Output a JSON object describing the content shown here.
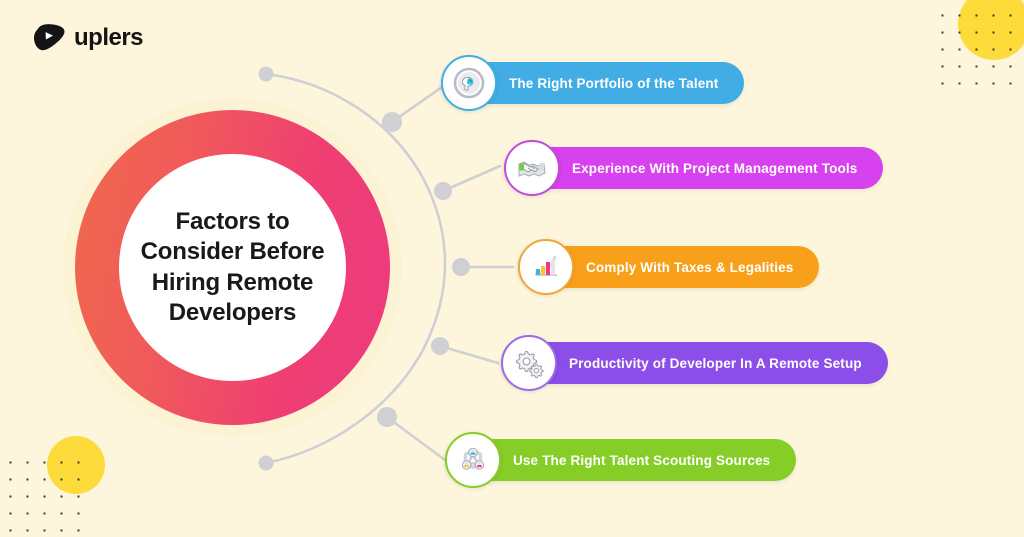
{
  "brand": {
    "name": "uplers",
    "logo_icon": "uplers-play-mark-icon"
  },
  "canvas": {
    "background_color": "#fdf6dd",
    "accent_yellow": "#fcdb3a",
    "dot_color": "#2b2b2b",
    "connector_color": "#cfcfd4"
  },
  "center": {
    "title_lines": [
      "Factors to",
      "Consider Before",
      "Hiring Remote",
      "Developers"
    ],
    "title": "Factors to Consider Before Hiring Remote Developers",
    "ring_gradient_from": "#f0694c",
    "ring_gradient_to": "#ec3a7f",
    "inner_color": "#ffffff"
  },
  "items": [
    {
      "label": "The Right Portfolio of the Talent",
      "color": "#41ade4",
      "badge_border": "#41ade4",
      "icon": "head-brain-icon"
    },
    {
      "label": "Experience With Project Management Tools",
      "color": "#d841ee",
      "badge_border": "#c34ae0",
      "icon": "handshake-icon"
    },
    {
      "label": "Comply With Taxes & Legalities",
      "color": "#f9a01b",
      "badge_border": "#f0a73a",
      "icon": "bar-chart-growth-icon"
    },
    {
      "label": "Productivity of Developer In A Remote Setup",
      "color": "#8b4ee8",
      "badge_border": "#9d6ae8",
      "icon": "gears-icon"
    },
    {
      "label": "Use The Right Talent Scouting Sources",
      "color": "#86cd28",
      "badge_border": "#86cd28",
      "icon": "network-nodes-icon"
    }
  ]
}
